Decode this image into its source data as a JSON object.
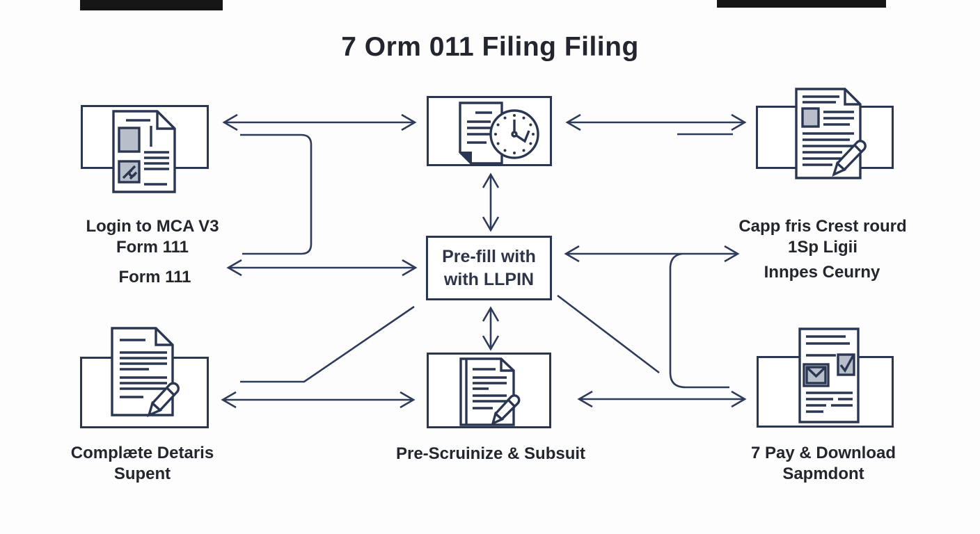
{
  "title": "7 Orm 011 Filing Filing",
  "colors": {
    "line": "#2d3a5a",
    "box_border": "#2b3752",
    "text": "#23262d",
    "icon_gray": "#b8bfca",
    "background": "#fdfdfe",
    "top_artifact": "#161616"
  },
  "nodes": {
    "login": {
      "icon": "login-form-document-icon",
      "label_line1": "Login to MCA V3",
      "label_line2": "Form 111",
      "sublabel": "Form 111"
    },
    "due_date": {
      "icon": "document-clock-icon"
    },
    "prefill": {
      "label_line1": "Pre-fill with",
      "label_line2": "with LLPIN"
    },
    "capture": {
      "icon": "document-pencil-icon",
      "label_line1": "Capp fris Crest rourd",
      "label_line2": "1Sp Ligii",
      "sublabel": "Innpes Ceurny"
    },
    "complete": {
      "icon": "document-pencil-icon",
      "label_line1": "Complæte Detaris",
      "label_line2": "Supent"
    },
    "scrutinize": {
      "icon": "document-pencil-icon",
      "label": "Pre-Scruinize & Subsuit"
    },
    "pay": {
      "icon": "document-checklist-icon",
      "label_line1": "7 Pay & Download",
      "label_line2": "Sapmdont"
    }
  }
}
